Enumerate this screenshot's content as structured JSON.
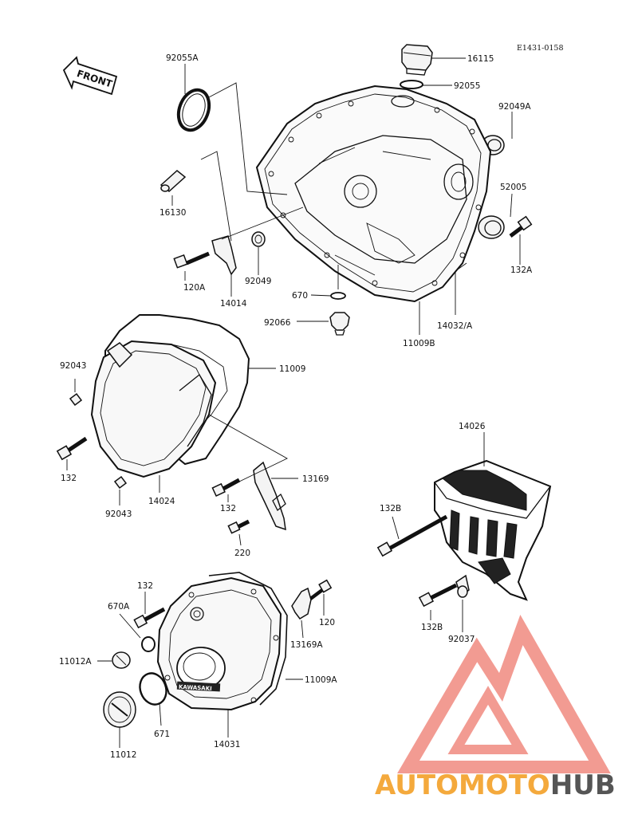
{
  "diagram_code": "E1431-0158",
  "front_label": "FRONT",
  "cover_brand": "KAWASAKI",
  "watermark": {
    "part1": "AUTOMOTO",
    "part2": "HUB",
    "color1": "#f4a93c",
    "color2": "#555555",
    "logo_color": "#f08a80"
  },
  "parts": {
    "p92055A": "92055A",
    "p16115": "16115",
    "p92055": "92055",
    "p92049A": "92049A",
    "p52005": "52005",
    "p132A": "132A",
    "p16130": "16130",
    "p120A": "120A",
    "p14014": "14014",
    "p92049": "92049",
    "p670": "670",
    "p92066": "92066",
    "p11009B": "11009B",
    "p14032A": "14032/A",
    "p92043a": "92043",
    "p11009": "11009",
    "p132a": "132",
    "p92043b": "92043",
    "p14024": "14024",
    "p13169": "13169",
    "p132b": "132",
    "p220": "220",
    "p14026": "14026",
    "p132B": "132B",
    "p132Bb": "132B",
    "p92037": "92037",
    "p132c": "132",
    "p670A": "670A",
    "p120": "120",
    "p13169A": "13169A",
    "p11012A": "11012A",
    "p11009A": "11009A",
    "p671": "671",
    "p14031": "14031",
    "p11012": "11012"
  }
}
